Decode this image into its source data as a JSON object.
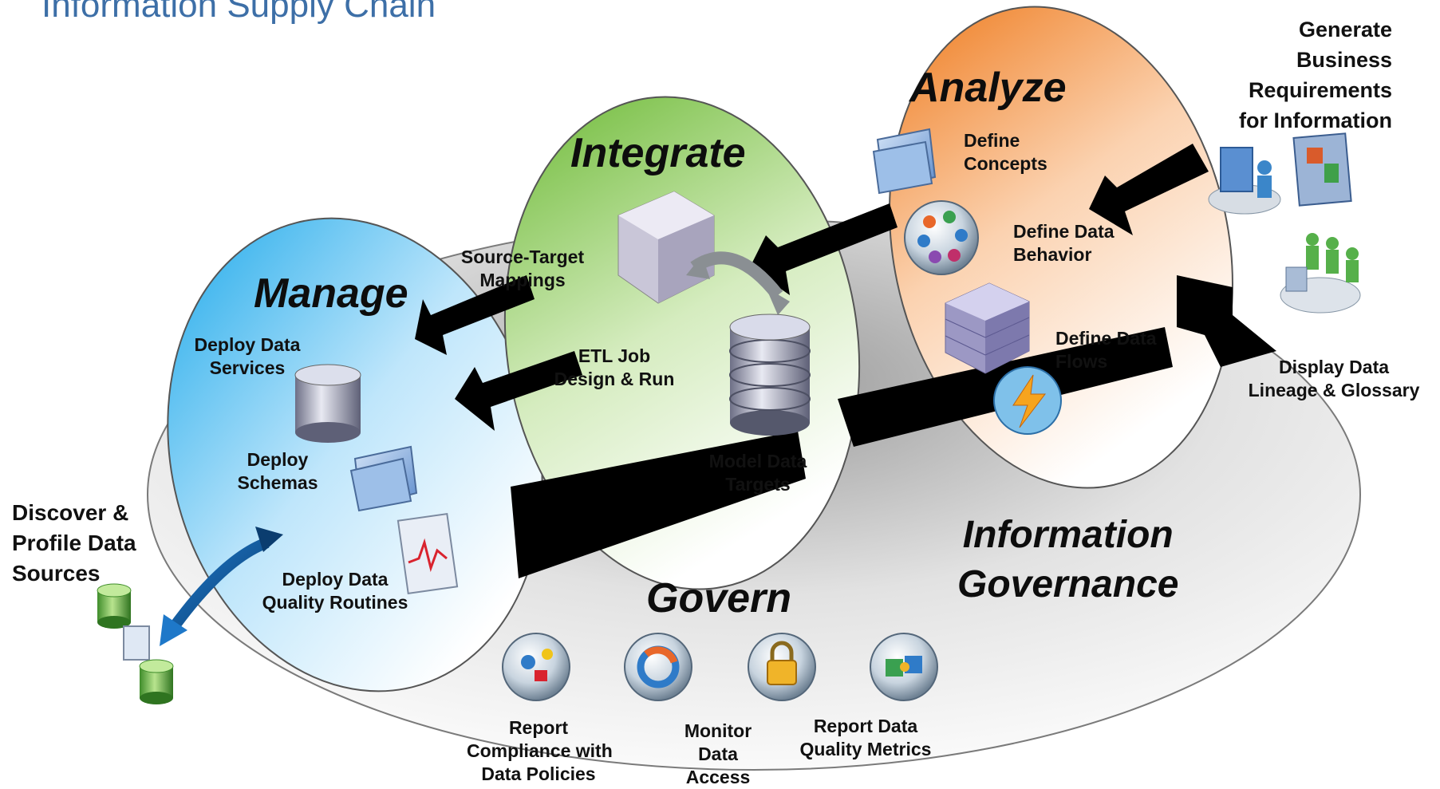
{
  "title": "Information Supply Chain",
  "stages": {
    "manage": "Manage",
    "integrate": "Integrate",
    "analyze": "Analyze",
    "govern": "Govern"
  },
  "governance": {
    "line1": "Information",
    "line2": "Governance"
  },
  "labels": {
    "deploy_data_services": [
      "Deploy Data",
      "Services"
    ],
    "deploy_schemas": [
      "Deploy",
      "Schemas"
    ],
    "deploy_quality_routines": [
      "Deploy Data",
      "Quality Routines"
    ],
    "source_target_mappings": [
      "Source-Target",
      "Mappings"
    ],
    "etl_job": [
      "ETL Job",
      "Design & Run"
    ],
    "model_data_targets": [
      "Model Data",
      "Targets"
    ],
    "define_concepts": [
      "Define",
      "Concepts"
    ],
    "define_data_behavior": [
      "Define Data",
      "Behavior"
    ],
    "define_data_flows": [
      "Define Data",
      "Flows"
    ],
    "generate_requirements": [
      "Generate",
      "Business",
      "Requirements",
      "for Information"
    ],
    "display_lineage": [
      "Display Data",
      "Lineage & Glossary"
    ],
    "discover_profile": [
      "Discover &",
      "Profile Data",
      "Sources"
    ],
    "report_compliance": [
      "Report",
      "Compliance with",
      "Data Policies"
    ],
    "monitor_access": [
      "Monitor",
      "Data",
      "Access"
    ],
    "report_quality_metrics": [
      "Report Data",
      "Quality Metrics"
    ]
  },
  "icons": {
    "manage": [
      "database-cylinder-icon",
      "folder-icon",
      "quality-chart-icon"
    ],
    "integrate": [
      "cube-icon",
      "database-stack-icon",
      "sync-arrow-icon"
    ],
    "analyze": [
      "folder-icon",
      "services-globe-icon",
      "data-cube-icon",
      "flow-lightning-icon"
    ],
    "govern": [
      "compliance-globe-icon",
      "monitor-cycle-icon",
      "lock-globe-icon",
      "puzzle-globe-icon"
    ],
    "external": [
      "business-people-icon",
      "report-screen-icon",
      "glossary-people-icon",
      "data-sources-icon"
    ]
  },
  "colors": {
    "title": "#3d6fa7",
    "manage": "#29b6ee",
    "integrate": "#7cc243",
    "analyze": "#f0862e",
    "governance": "#c8c8c8",
    "arrow": "#000000"
  }
}
